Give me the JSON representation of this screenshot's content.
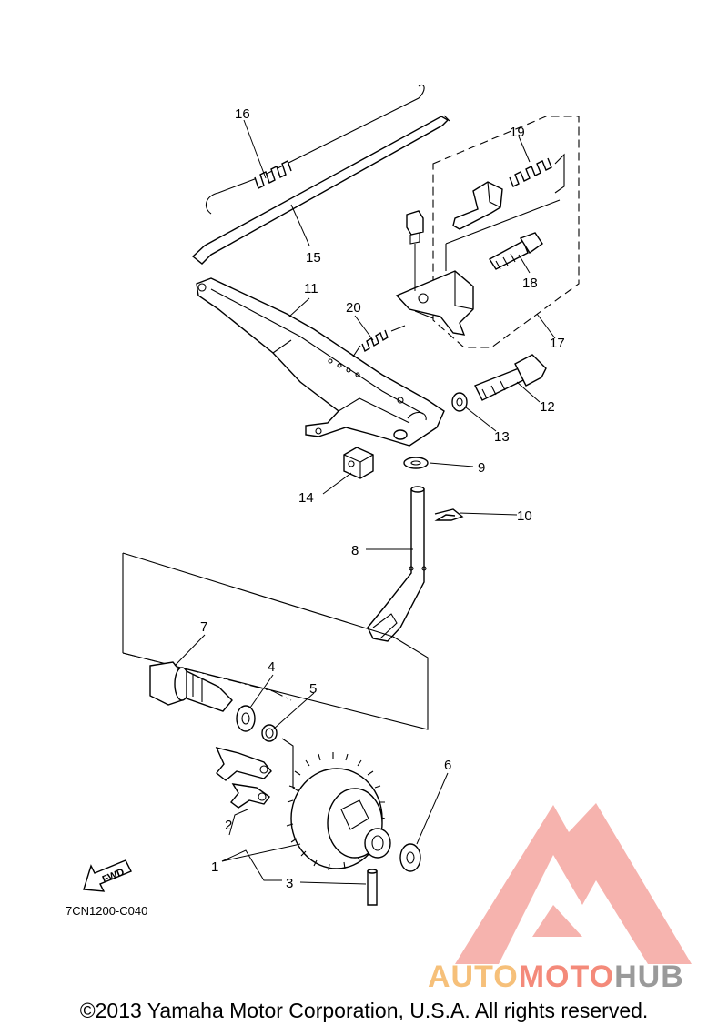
{
  "diagram": {
    "callouts": [
      "1",
      "2",
      "3",
      "4",
      "5",
      "6",
      "7",
      "8",
      "9",
      "10",
      "11",
      "12",
      "13",
      "14",
      "15",
      "16",
      "17",
      "18",
      "19",
      "20"
    ],
    "drawing_code": "7CN1200-C040",
    "fwd_label": "FWD"
  },
  "watermark": {
    "part1": "AUTO",
    "part2": "MOTO",
    "part3": "HUB",
    "colors": {
      "auto": "#f6c07a",
      "moto": "#f48a7a",
      "hub": "#9a9a9a",
      "triangle": "#f39a93"
    }
  },
  "footer": {
    "copyright": "©2013 Yamaha Motor Corporation, U.S.A. All rights reserved."
  }
}
